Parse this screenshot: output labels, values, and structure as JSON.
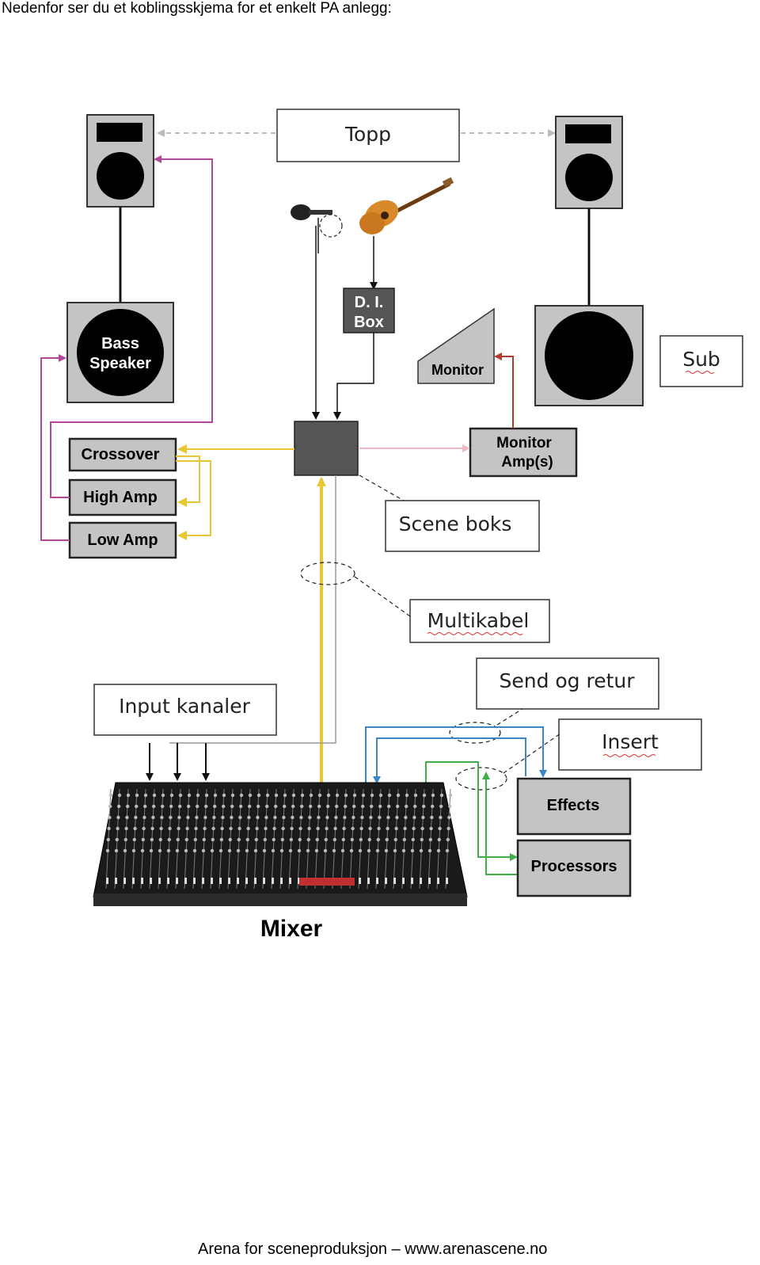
{
  "heading": "Nedenfor ser du et koblingsskjema for et enkelt PA anlegg:",
  "footer": "Arena for sceneproduksjon – www.arenascene.no",
  "labels": {
    "topp": "Topp",
    "sub": "Sub",
    "bass_speaker_line1": "Bass",
    "bass_speaker_line2": "Speaker",
    "di_box_line1": "D. I.",
    "di_box_line2": "Box",
    "monitor": "Monitor",
    "monitor_amp_line1": "Monitor",
    "monitor_amp_line2": "Amp(s)",
    "crossover": "Crossover",
    "high_amp": "High Amp",
    "low_amp": "Low Amp",
    "scene_boks": "Scene boks",
    "multikabel": "Multikabel",
    "send_og_retur": "Send og retur",
    "input_kanaler": "Input kanaler",
    "insert": "Insert",
    "effects": "Effects",
    "processors": "Processors",
    "mixer": "Mixer"
  },
  "colors": {
    "yellow": "#e8c634",
    "magenta": "#b5479b",
    "blue": "#3a86c8",
    "green": "#3fae49",
    "red": "#b53a2e",
    "pink": "#f2c4cc",
    "grey_box": "#b9b9b9",
    "dark_box": "#555555"
  }
}
